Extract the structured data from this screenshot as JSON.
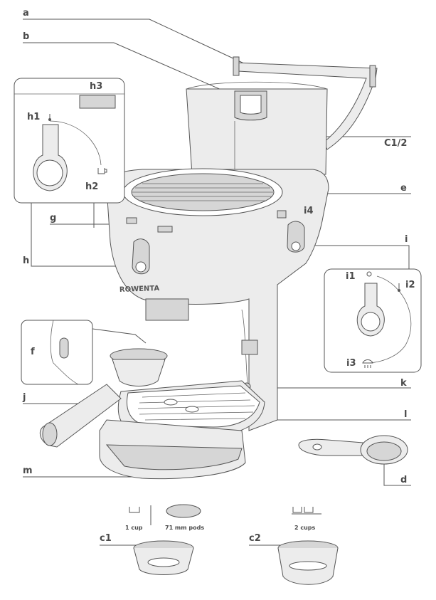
{
  "labels": {
    "a": "a",
    "b": "b",
    "c12": "C1/2",
    "e": "e",
    "g": "g",
    "i4": "i4",
    "h": "h",
    "i": "i",
    "f": "f",
    "k": "k",
    "j": "j",
    "l": "l",
    "m": "m",
    "d": "d",
    "h1": "h1",
    "h2": "h2",
    "h3": "h3",
    "i1": "i1",
    "i2": "i2",
    "i3": "i3",
    "c1": "c1",
    "c2": "c2"
  },
  "brand": "ROWENTA",
  "captions": {
    "one_cup": "1 cup",
    "pods": "71 mm pods",
    "two_cups": "2 cups"
  },
  "icons": [
    "thermometer-icon",
    "cup-icon",
    "steam-icon",
    "circle-icon",
    "two-cups-icon"
  ]
}
